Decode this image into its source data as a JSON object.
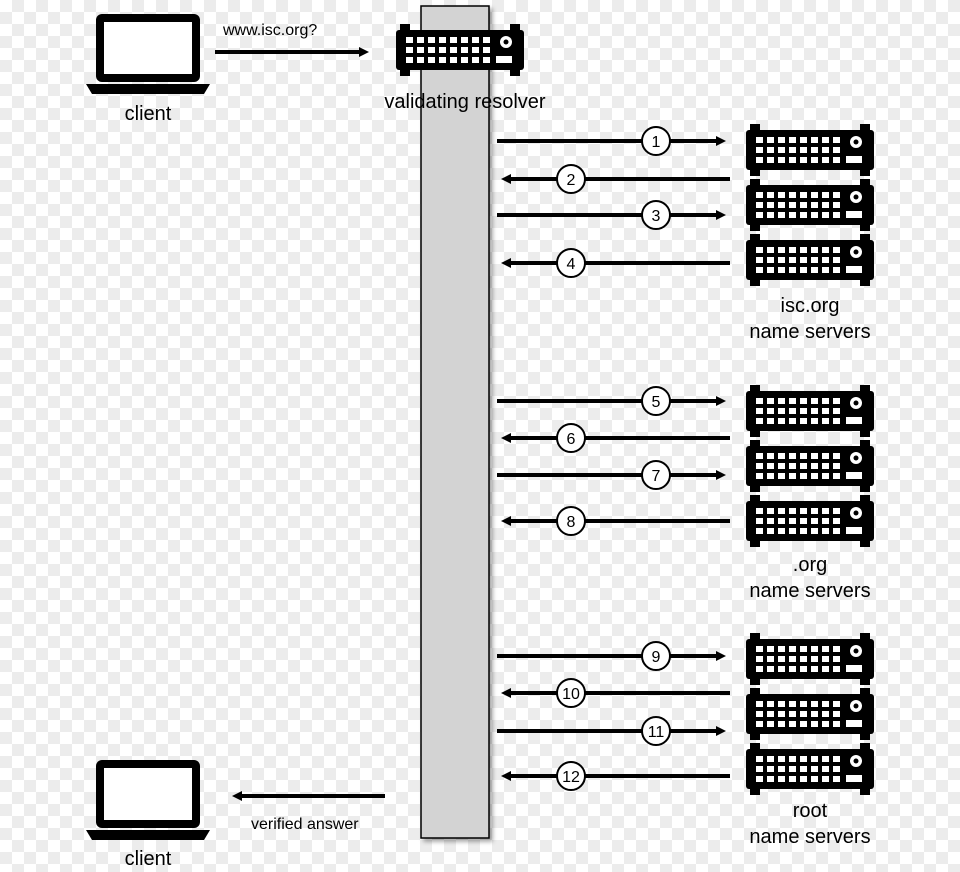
{
  "client_top": {
    "label": "client",
    "icon": "laptop-icon"
  },
  "client_bottom": {
    "label": "client",
    "icon": "laptop-icon"
  },
  "query_label": "www.isc.org?",
  "resolver": {
    "label": "validating resolver",
    "icon": "server-rack-icon"
  },
  "answer_label": "verified answer",
  "server_groups": [
    {
      "label_line1": "isc.org",
      "label_line2": "name servers",
      "icon": "server-rack-icon"
    },
    {
      "label_line1": ".org",
      "label_line2": "name servers",
      "icon": "server-rack-icon"
    },
    {
      "label_line1": "root",
      "label_line2": "name servers",
      "icon": "server-rack-icon"
    }
  ],
  "steps": [
    {
      "number": "1",
      "direction": "to-server"
    },
    {
      "number": "2",
      "direction": "to-resolver"
    },
    {
      "number": "3",
      "direction": "to-server"
    },
    {
      "number": "4",
      "direction": "to-resolver"
    },
    {
      "number": "5",
      "direction": "to-server"
    },
    {
      "number": "6",
      "direction": "to-resolver"
    },
    {
      "number": "7",
      "direction": "to-server"
    },
    {
      "number": "8",
      "direction": "to-resolver"
    },
    {
      "number": "9",
      "direction": "to-server"
    },
    {
      "number": "10",
      "direction": "to-resolver"
    },
    {
      "number": "11",
      "direction": "to-server"
    },
    {
      "number": "12",
      "direction": "to-resolver"
    }
  ],
  "colors": {
    "resolver_bar": "#d3d3d3",
    "ink": "#000000",
    "badge_fill": "#ffffff"
  }
}
